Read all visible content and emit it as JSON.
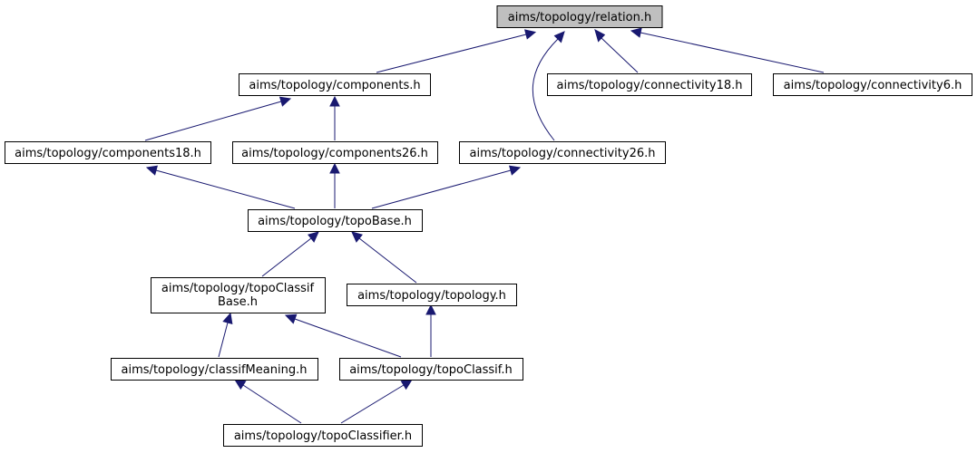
{
  "colors": {
    "root_fill": "#bfbfbf",
    "node_fill": "#ffffff",
    "node_border": "#000000",
    "edge": "#191970"
  },
  "nodes": {
    "relation": {
      "label": "aims/topology/relation.h"
    },
    "components": {
      "label": "aims/topology/components.h"
    },
    "connectivity18": {
      "label": "aims/topology/connectivity18.h"
    },
    "connectivity6": {
      "label": "aims/topology/connectivity6.h"
    },
    "components18": {
      "label": "aims/topology/components18.h"
    },
    "components26": {
      "label": "aims/topology/components26.h"
    },
    "connectivity26": {
      "label": "aims/topology/connectivity26.h"
    },
    "topoBase": {
      "label": "aims/topology/topoBase.h"
    },
    "topoClassifBase": {
      "label_line1": "aims/topology/topoClassif",
      "label_line2": "Base.h"
    },
    "topology": {
      "label": "aims/topology/topology.h"
    },
    "classifMeaning": {
      "label": "aims/topology/classifMeaning.h"
    },
    "topoClassif": {
      "label": "aims/topology/topoClassif.h"
    },
    "topoClassifier": {
      "label": "aims/topology/topoClassifier.h"
    }
  }
}
